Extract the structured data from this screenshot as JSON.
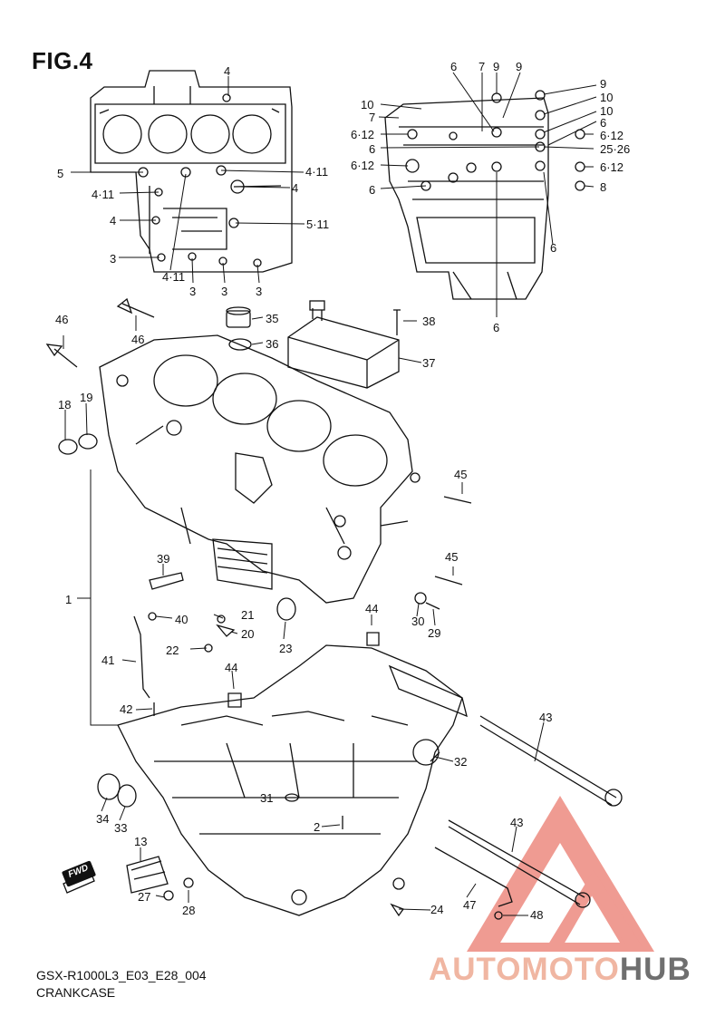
{
  "figure": {
    "title": "FIG.4"
  },
  "footer": {
    "code": "GSX-R1000L3_E03_E28_004",
    "name": "CRANKCASE"
  },
  "watermark": {
    "part1": "AUTO",
    "part2": "MOTO",
    "part3": "HUB",
    "accent_color": "#e34a3a",
    "gray_color": "#6f6f6f"
  },
  "fwd_badge": "FWD",
  "callouts": {
    "tl_4_top": "4",
    "tl_5": "5",
    "tl_4_11_a": "4·11",
    "tl_4_11_r": "4·11",
    "tl_4_r": "4",
    "tl_4_l": "4",
    "tl_5_11": "5·11",
    "tl_3_l": "3",
    "tl_4_11_b": "4·11",
    "tl_3_b1": "3",
    "tl_3_b2": "3",
    "tl_3_b3": "3",
    "tr_6_top": "6",
    "tr_7_top": "7",
    "tr_9_a": "9",
    "tr_9_b": "9",
    "tr_9_r": "9",
    "tr_10_l": "10",
    "tr_7_l": "7",
    "tr_10_r1": "10",
    "tr_10_r2": "10",
    "tr_6_12_l1": "6·12",
    "tr_6_r1": "6",
    "tr_6_l": "6",
    "tr_6_12_r1": "6·12",
    "tr_25_26": "25·26",
    "tr_6_12_l2": "6·12",
    "tr_6_12_r2": "6·12",
    "tr_6_l2": "6",
    "tr_8": "8",
    "tr_6_r2": "6",
    "tr_6_b": "6",
    "m_46_a": "46",
    "m_46_b": "46",
    "m_35": "35",
    "m_38": "38",
    "m_36": "36",
    "m_37": "37",
    "m_18": "18",
    "m_19": "19",
    "m_45_a": "45",
    "m_45_b": "45",
    "m_1": "1",
    "m_39": "39",
    "m_44_a": "44",
    "m_40": "40",
    "m_21": "21",
    "m_30": "30",
    "m_29": "29",
    "m_20": "20",
    "m_22": "22",
    "m_23": "23",
    "m_41": "41",
    "m_44_b": "44",
    "m_42": "42",
    "m_43_a": "43",
    "m_32": "32",
    "m_34": "34",
    "m_31": "31",
    "m_33": "33",
    "m_2": "2",
    "m_43_b": "43",
    "m_13": "13",
    "m_27": "27",
    "m_28": "28",
    "m_47": "47",
    "m_24": "24",
    "m_48": "48"
  }
}
